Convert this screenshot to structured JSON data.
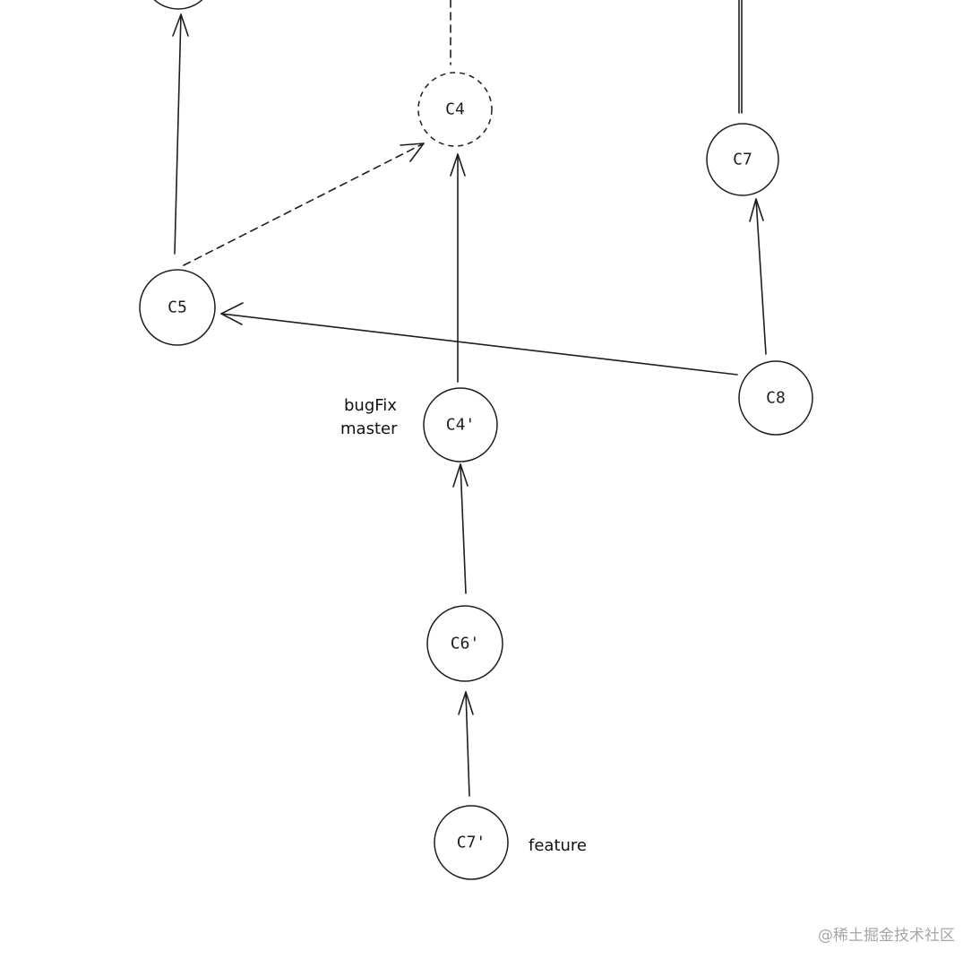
{
  "nodes": {
    "c3": "",
    "c4": "C4",
    "c7": "C7",
    "c5": "C5",
    "c8": "C8",
    "c4p": "C4'",
    "c6p": "C6'",
    "c7p": "C7'"
  },
  "labels": {
    "bugfix": "bugFix",
    "master": "master",
    "feature": "feature"
  },
  "watermark": "@稀土掘金技术社区"
}
